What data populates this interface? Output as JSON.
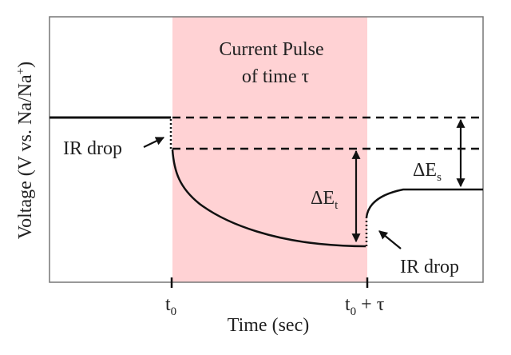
{
  "chart_data": {
    "type": "line",
    "title": "",
    "xlabel": "Time (sec)",
    "ylabel_main": "Voltage (V vs. Na/Na",
    "ylabel_sup": "+",
    "ylabel_end": ")",
    "x_ticks": [
      {
        "label": "t",
        "sub": "0",
        "suffix": ""
      },
      {
        "label": "t",
        "sub": "0",
        "suffix": " + τ"
      }
    ],
    "pulse_region": {
      "label_line1": "Current Pulse",
      "label_line2": "of time τ",
      "color": "#ffd2d4"
    },
    "annotations": {
      "ir_drop_1": "IR drop",
      "ir_drop_2": "IR drop",
      "delta_et": "ΔE",
      "delta_et_sub": "t",
      "delta_es": "ΔE",
      "delta_es_sub": "s"
    },
    "series": [
      {
        "name": "voltage",
        "description": "Constant voltage, IR drop at t0, decay during pulse, IR recovery at t0+τ, relaxation to steady state"
      }
    ],
    "grid": false,
    "legend": "none"
  }
}
